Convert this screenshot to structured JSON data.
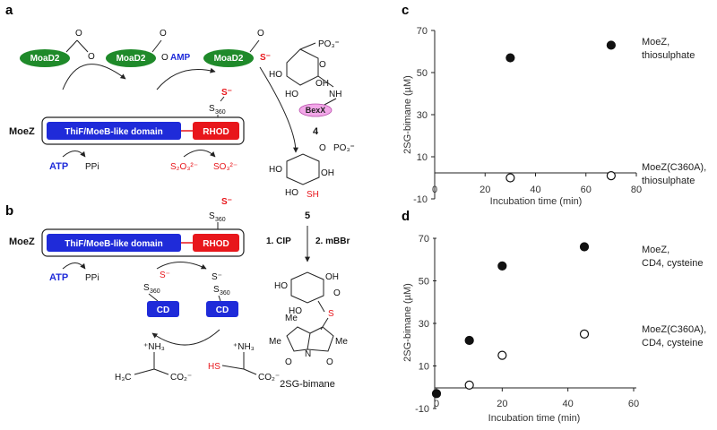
{
  "panels": {
    "a": "a",
    "b": "b",
    "c": "c",
    "d": "d"
  },
  "colors": {
    "blue": "#1f2bd9",
    "red": "#e8161b",
    "green": "#1f8a2a",
    "pink": "#f2a7e8"
  },
  "scheme_a": {
    "protein": "MoeZ",
    "domain1": "ThiF/MoeB-like domain",
    "domain2": "RHOD",
    "moad": "MoaD2",
    "atp": "ATP",
    "ppi": "PPi",
    "amp": "AMP",
    "s2o3": "S₂O₃²⁻",
    "so3": "SO₃²⁻",
    "s360": "S",
    "s360_sub": "360",
    "s_minus": "S⁻",
    "bexx": "BexX",
    "compound4": "4",
    "compound5": "5",
    "po3_a": "PO₃⁼",
    "po3_b": "PO₃⁼",
    "ho": "HO",
    "oh": "OH",
    "nh": "NH",
    "o": "O",
    "sh": "SH"
  },
  "scheme_mid": {
    "step1": "1. CIP",
    "step2": "2. mBBr",
    "product": "2SG-bimane",
    "me": "Me",
    "s": "S",
    "n": "N"
  },
  "scheme_b": {
    "protein": "MoeZ",
    "domain1": "ThiF/MoeB-like domain",
    "domain2": "RHOD",
    "atp": "ATP",
    "ppi": "PPi",
    "cd": "CD",
    "nh3": "⁺NH₃",
    "co2": "CO₂⁻",
    "h3c": "H₃C",
    "hs": "HS"
  },
  "chart_data": [
    {
      "type": "scatter",
      "panel": "c",
      "xlabel": "Incubation time (min)",
      "ylabel": "2SG-bimane (µM)",
      "xlim": [
        0,
        80
      ],
      "ylim": [
        -10,
        70
      ],
      "xticks": [
        0,
        20,
        40,
        60,
        80
      ],
      "yticks": [
        -10,
        10,
        30,
        50,
        70
      ],
      "series": [
        {
          "name": "MoeZ, thiosulphate",
          "marker": "filled",
          "x": [
            30,
            70
          ],
          "y": [
            57,
            63
          ]
        },
        {
          "name": "MoeZ(C360A), thiosulphate",
          "marker": "open",
          "x": [
            30,
            70
          ],
          "y": [
            0,
            1
          ]
        }
      ]
    },
    {
      "type": "scatter",
      "panel": "d",
      "xlabel": "Incubation time (min)",
      "ylabel": "2SG-bimane (µM)",
      "xlim": [
        0,
        60
      ],
      "ylim": [
        -10,
        70
      ],
      "xticks": [
        0,
        20,
        40,
        60
      ],
      "yticks": [
        -10,
        10,
        30,
        50,
        70
      ],
      "series": [
        {
          "name": "MoeZ, CD4, cysteine",
          "marker": "filled",
          "x": [
            0,
            10,
            20,
            45
          ],
          "y": [
            -3,
            22,
            57,
            66
          ]
        },
        {
          "name": "MoeZ(C360A), CD4, cysteine",
          "marker": "open",
          "x": [
            10,
            20,
            45
          ],
          "y": [
            1,
            15,
            25
          ]
        }
      ]
    }
  ],
  "legend_c": {
    "l1a": "MoeZ,",
    "l1b": "thiosulphate",
    "l2a": "MoeZ(C360A),",
    "l2b": "thiosulphate"
  },
  "legend_d": {
    "l1a": "MoeZ,",
    "l1b": "CD4, cysteine",
    "l2a": "MoeZ(C360A),",
    "l2b": "CD4, cysteine"
  }
}
